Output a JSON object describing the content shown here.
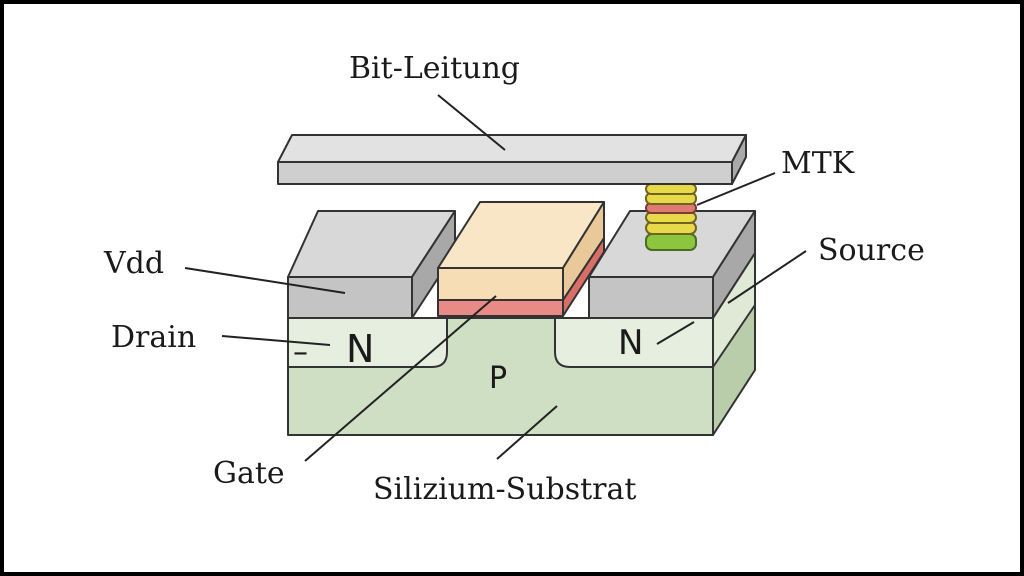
{
  "labels": {
    "bit_line": "Bit-Leitung",
    "mtk": "MTK",
    "vdd": "Vdd",
    "source": "Source",
    "drain": "Drain",
    "gate": "Gate",
    "substrate": "Silizium-Substrat"
  },
  "regions": {
    "drain_n": "N",
    "source_n": "N",
    "body_p": "P",
    "drain_minus": "–"
  },
  "colors": {
    "bit_line": "#cfcfcf",
    "contact": "#c8c8c8",
    "gate_top": "#f6ddb5",
    "gate_oxide": "#e88b86",
    "n_region": "#e6eedf",
    "substrate": "#cfdfc3",
    "mtk_yellow": "#e8d94a",
    "mtk_red": "#e07b74",
    "mtk_green": "#8cc63f"
  }
}
